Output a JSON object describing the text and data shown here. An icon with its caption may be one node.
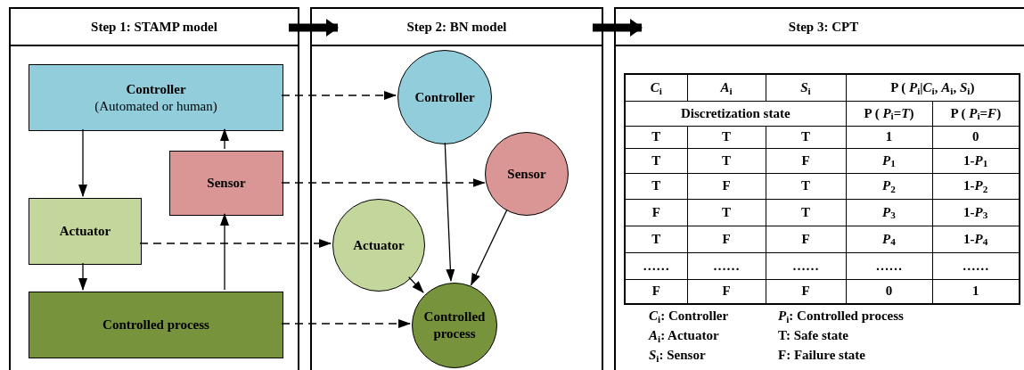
{
  "diagram": {
    "nodes": [
      {
        "text": [
          "Step 1: STAMP model"
        ]
      },
      {
        "text": [
          "Step 2: BN model"
        ]
      },
      {
        "text": [
          "Step 3: CPT"
        ]
      },
      {
        "text": [
          "Controller",
          "(Automated or human)"
        ],
        "in": 0
      },
      {
        "text": [
          "Sensor"
        ],
        "in": 0
      },
      {
        "text": [
          "Actuator"
        ],
        "in": 0
      },
      {
        "text": [
          "Controlled process"
        ],
        "in": 0
      },
      {
        "text": [
          "Controller"
        ],
        "in": 1
      },
      {
        "text": [
          "Sensor"
        ],
        "in": 1
      },
      {
        "text": [
          "Actuator"
        ],
        "in": 1
      },
      {
        "text": [
          "Controlled process"
        ],
        "in": 1
      }
    ],
    "edges": [
      {
        "from": 3,
        "to": 5,
        "arrow": "to"
      },
      {
        "from": 5,
        "to": 6,
        "arrow": "to"
      },
      {
        "from": 6,
        "to": 4,
        "arrow": "to"
      },
      {
        "from": 4,
        "to": 3,
        "arrow": "to"
      },
      {
        "from": 3,
        "to": 7,
        "arrow": "to",
        "style": "dashed"
      },
      {
        "from": 4,
        "to": 8,
        "arrow": "to",
        "style": "dashed"
      },
      {
        "from": 5,
        "to": 9,
        "arrow": "to",
        "style": "dashed"
      },
      {
        "from": 6,
        "to": 10,
        "arrow": "to",
        "style": "dashed"
      },
      {
        "from": 7,
        "to": 10,
        "arrow": "to"
      },
      {
        "from": 8,
        "to": 10,
        "arrow": "to"
      },
      {
        "from": 9,
        "to": 10,
        "arrow": "to"
      },
      {
        "from": 0,
        "to": 1,
        "arrow": "to",
        "style": "thick"
      },
      {
        "from": 1,
        "to": 2,
        "arrow": "to",
        "style": "thick"
      }
    ],
    "labels": [
      "*C*$_{i}$",
      "*A*$_{i}$",
      "*S*$_{i}$",
      "P ( *P*$_{i}$|*C*$_{i}$, *A*$_{i}$, *S*$_{i}$)",
      "Discretization state",
      "P ( *P*$_{i}$=*T*)",
      "P ( *P*$_{i}$=*F*)",
      "T",
      "T",
      "T",
      "1",
      "0",
      "T",
      "T",
      "F",
      "*P*$_{1}$",
      "1-*P*$_{1}$",
      "T",
      "F",
      "T",
      "*P*$_{2}$",
      "1-*P*$_{2}$",
      "F",
      "T",
      "T",
      "*P*$_{3}$",
      "1-*P*$_{3}$",
      "T",
      "F",
      "F",
      "*P*$_{4}$",
      "1-*P*$_{4}$",
      "……",
      "……",
      "……",
      "……",
      "……",
      "F",
      "F",
      "F",
      "0",
      "1",
      "*C*$_{i}$: Controller",
      "*P*$_{i}$: Controlled process",
      "*A*$_{i}$: Actuator",
      "T: Safe state",
      "*S*$_{i}$: Sensor",
      "F: Failure state"
    ]
  }
}
